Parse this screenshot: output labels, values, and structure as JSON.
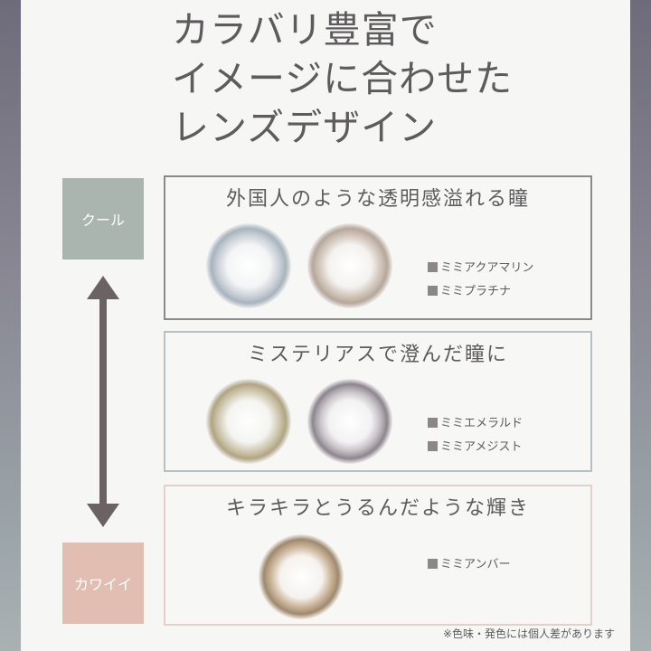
{
  "title_lines": [
    "カラバリ豊富で",
    "イメージに合わせた",
    "レンズデザイン"
  ],
  "tags": {
    "cool": "クール",
    "cute": "カワイイ"
  },
  "groups": [
    {
      "title": "外国人のような透明感溢れる瞳",
      "items": [
        "ミミアクアマリン",
        "ミミプラチナ"
      ]
    },
    {
      "title": "ミステリアスで澄んだ瞳に",
      "items": [
        "ミミエメラルド",
        "ミミアメジスト"
      ]
    },
    {
      "title": "キラキラとうるんだような輝き",
      "items": [
        "ミミアンバー"
      ]
    }
  ],
  "note": "※色味・発色には個人差があります",
  "colors": {
    "tag_cool": "#aab5af",
    "tag_cute": "#e2bdb2",
    "arrow": "#6a6264",
    "lens_aquamarine": "#a9b4bf",
    "lens_platinum": "#b6a89c",
    "lens_emerald": "#b3a584",
    "lens_amethyst": "#8e8790",
    "lens_amber": "#a08a70"
  },
  "icons": [
    "double-arrow-icon",
    "square-bullet-icon"
  ]
}
